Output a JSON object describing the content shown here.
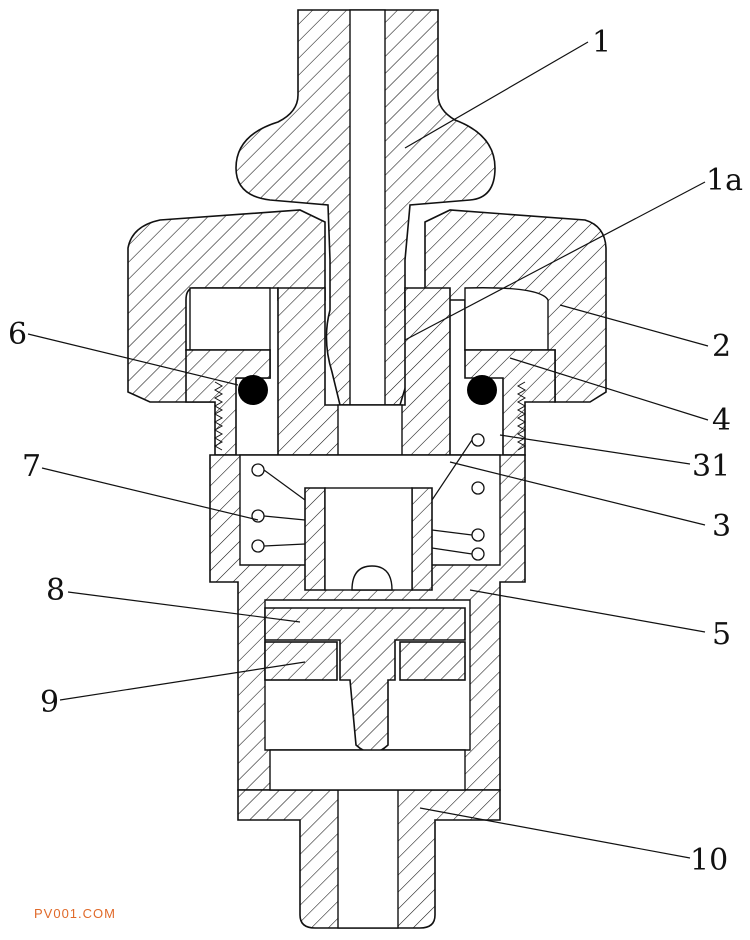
{
  "labels": {
    "l1": "1",
    "l1a": "1a",
    "l2": "2",
    "l4": "4",
    "l31": "31",
    "l3": "3",
    "l5": "5",
    "l6": "6",
    "l7": "7",
    "l8": "8",
    "l9": "9",
    "l10": "10"
  },
  "watermark": "PV001.COM",
  "colors": {
    "line": "#111111",
    "watermark": "#e06a2a",
    "oring": "#000000"
  }
}
